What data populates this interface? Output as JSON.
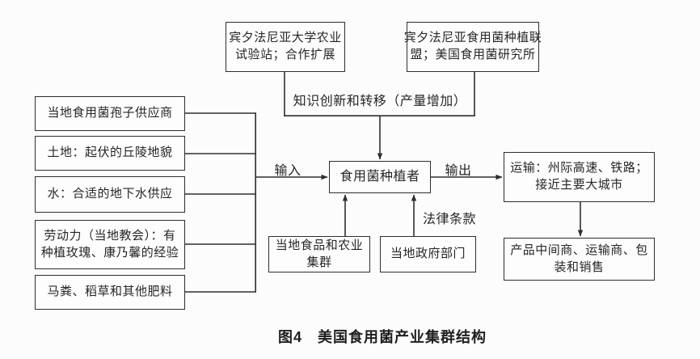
{
  "colors": {
    "ink": "#2e2e2e",
    "background": "#fcfcfc",
    "box_fill": "#fdfdfd"
  },
  "figure": {
    "caption": "图4　美国食用菌产业集群结构",
    "labels": {
      "knowledge": "知识创新和转移（产量增加）",
      "input": "输入",
      "output": "输出",
      "legal": "法律条款"
    },
    "boxes": {
      "penn_univ": {
        "lines": [
          "宾夕法尼亚大学农业",
          "试验站；合作扩展"
        ]
      },
      "penn_alliance": {
        "lines": [
          "宾夕法尼亚食用菌种植联",
          "盟；美国食用菌研究所"
        ]
      },
      "spawn_supplier": {
        "lines": [
          "当地食用菌孢子供应商"
        ]
      },
      "land": {
        "lines": [
          "土地：起伏的丘陵地貌"
        ]
      },
      "water": {
        "lines": [
          "水：合适的地下水供应"
        ]
      },
      "labor": {
        "lines": [
          "劳动力（当地教会）：有",
          "种植玫瑰、康乃馨的经验"
        ]
      },
      "fertilizer": {
        "lines": [
          "马粪、稻草和其他肥料"
        ]
      },
      "grower": {
        "lines": [
          "食用菌种植者"
        ]
      },
      "food_cluster": {
        "lines": [
          "当地食品和农业",
          "集群"
        ]
      },
      "government": {
        "lines": [
          "当地政府部门"
        ]
      },
      "transport": {
        "lines": [
          "运输：州际高速、铁路；",
          "接近主要大城市"
        ]
      },
      "product": {
        "lines": [
          "产品中间商、运输商、包",
          "装和销售"
        ]
      }
    }
  }
}
